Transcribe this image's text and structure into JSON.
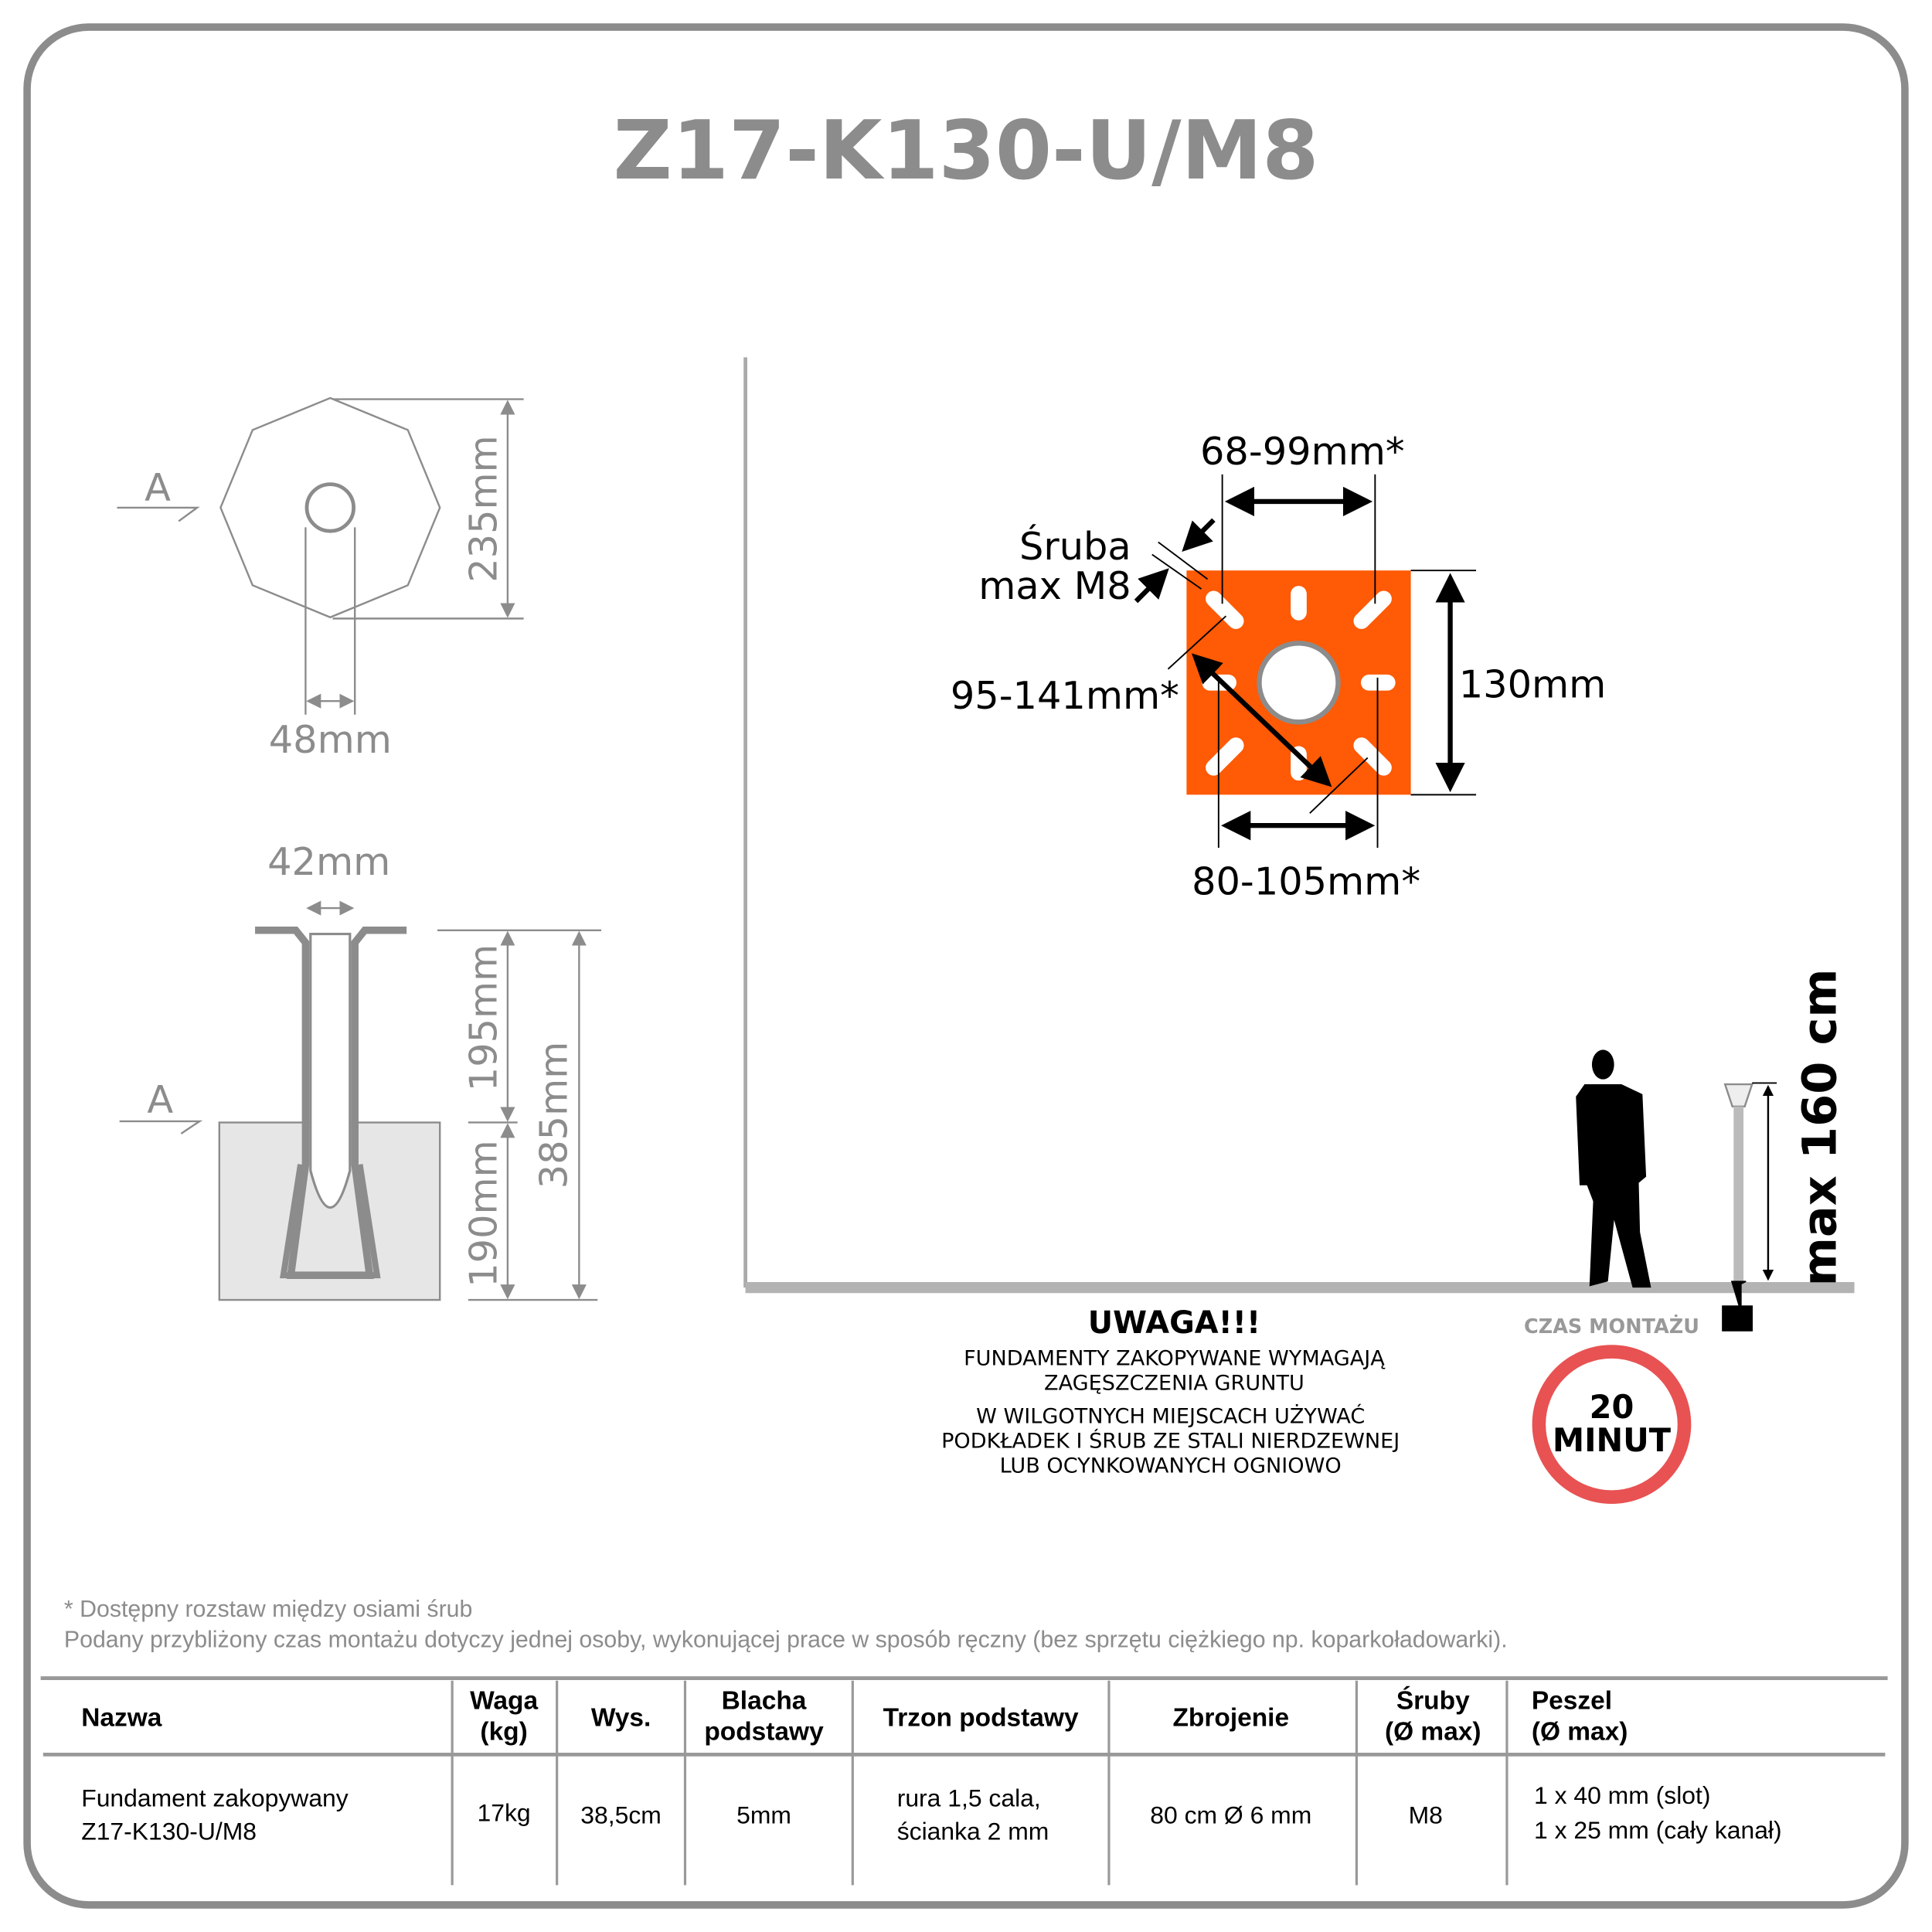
{
  "title": "Z17-K130-U/M8",
  "colors": {
    "plate": "#ff5a05",
    "frame": "#8c8c8c",
    "timer_ring": "#e85252",
    "ground": "#b3b3b3"
  },
  "top_view": {
    "section_label": "A",
    "height_dim": "235mm",
    "tube_dim": "48mm"
  },
  "side_view": {
    "section_label": "A",
    "tube_dim": "42mm",
    "upper_dim": "195mm",
    "lower_dim": "190mm",
    "total_dim": "385mm"
  },
  "plate": {
    "top_spacing": "68-99mm*",
    "bolt_label_1": "Śruba",
    "bolt_label_2": "max M8",
    "diagonal_spacing": "95-141mm*",
    "height": "130mm",
    "bottom_spacing": "80-105mm*"
  },
  "height_limit": "max 160 cm",
  "warning": {
    "title": "UWAGA!!!",
    "lines": [
      "FUNDAMENTY ZAKOPYWANE WYMAGAJĄ",
      "ZAGĘSZCZENIA GRUNTU",
      "W WILGOTNYCH MIEJSCACH UŻYWAĆ",
      "PODKŁADEK I ŚRUB ZE STALI NIERDZEWNEJ",
      "LUB OCYNKOWANYCH OGNIOWO"
    ]
  },
  "install_time": {
    "label": "CZAS MONTAŻU",
    "value": "20",
    "unit": "MINUT"
  },
  "footnotes": [
    "* Dostępny rozstaw między osiami śrub",
    "Podany przybliżony czas montażu dotyczy jednej osoby, wykonującej prace w sposób ręczny (bez sprzętu ciężkiego np. koparkoładowarki)."
  ],
  "table": {
    "headers": [
      [
        "Nazwa"
      ],
      [
        "Waga",
        "(kg)"
      ],
      [
        "Wys."
      ],
      [
        "Blacha",
        "podstawy"
      ],
      [
        "Trzon podstawy"
      ],
      [
        "Zbrojenie"
      ],
      [
        "Śruby",
        "(Ø max)"
      ],
      [
        "Peszel",
        "(Ø max)"
      ]
    ],
    "row": [
      [
        "Fundament zakopywany",
        "Z17-K130-U/M8"
      ],
      [
        "17kg"
      ],
      [
        "38,5cm"
      ],
      [
        "5mm"
      ],
      [
        "rura 1,5 cala,",
        "ścianka 2 mm"
      ],
      [
        "80 cm Ø 6 mm"
      ],
      [
        "M8"
      ],
      [
        "1 x 40 mm (slot)",
        "1 x 25 mm (cały kanał)"
      ]
    ]
  }
}
